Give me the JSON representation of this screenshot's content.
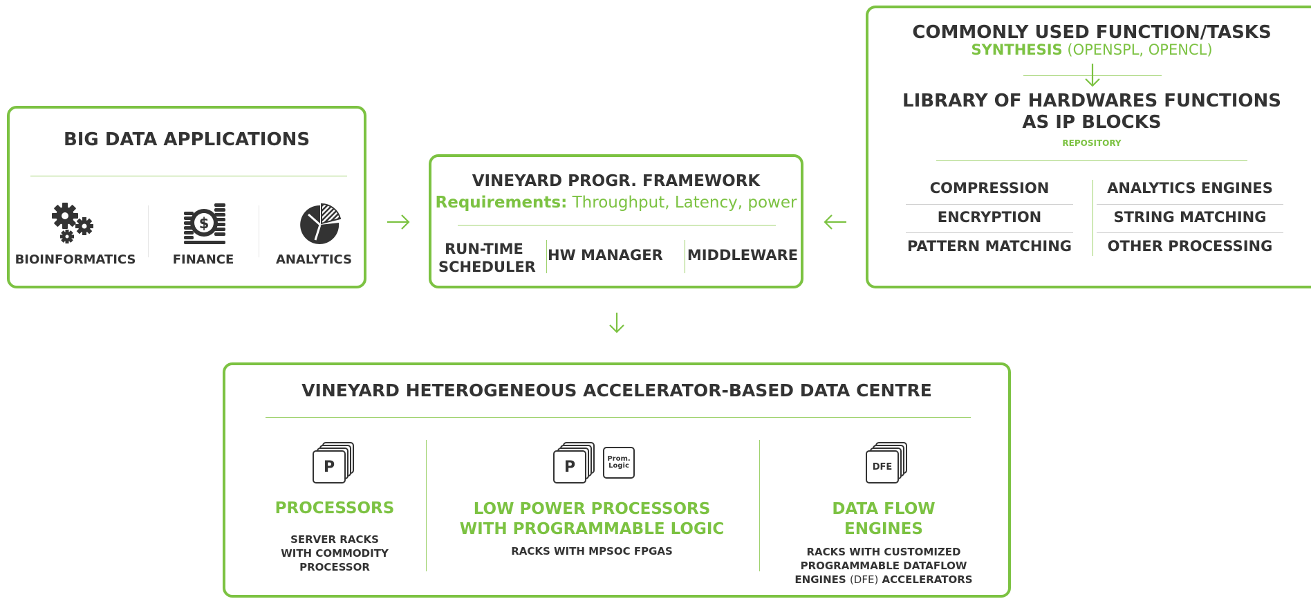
{
  "big_data": {
    "title": "BIG DATA APPLICATIONS",
    "items": [
      {
        "label": "BIOINFORMATICS",
        "icon": "gears-icon"
      },
      {
        "label": "FINANCE",
        "icon": "coins-icon"
      },
      {
        "label": "ANALYTICS",
        "icon": "pie-chart-icon"
      }
    ]
  },
  "framework": {
    "title": "VINEYARD PROGR. FRAMEWORK",
    "req_label": "Requirements:",
    "req_value": "Throughput, Latency, power",
    "items": [
      "RUN-TIME\nSCHEDULER",
      "HW MANAGER",
      "MIDDLEWARE"
    ]
  },
  "library": {
    "title": "COMMONLY USED FUNCTION/TASKS",
    "synthesis": "SYNTHESIS",
    "synthesis_detail": "(OPENSPL, OPENCL)",
    "library_title_1": "LIBRARY OF HARDWARES FUNCTIONS",
    "library_title_2": "AS IP BLOCKS",
    "repository": "REPOSITORY",
    "left": [
      "COMPRESSION",
      "ENCRYPTION",
      "PATTERN MATCHING"
    ],
    "right": [
      "ANALYTICS ENGINES",
      "STRING MATCHING",
      "OTHER PROCESSING"
    ]
  },
  "datacentre": {
    "title": "VINEYARD HETEROGENEOUS ACCELERATOR-BASED DATA CENTRE",
    "columns": [
      {
        "heading": "PROCESSORS",
        "desc": "SERVER RACKS\nWITH COMMODITY\nPROCESSOR",
        "card": "P"
      },
      {
        "heading": "LOW POWER PROCESSORS\nWITH PROGRAMMABLE LOGIC",
        "desc": "RACKS WITH MPSOC FPGAS",
        "card": "P",
        "extra_card": "Prom.\nLogic"
      },
      {
        "heading": "DATA FLOW\nENGINES",
        "desc_a": "RACKS WITH CUSTOMIZED\nPROGRAMMABLE DATAFLOW\nENGINES ",
        "desc_b": "(DFE)",
        "desc_c": " ACCELERATORS",
        "card": "DFE"
      }
    ]
  },
  "colors": {
    "accent": "#7cc242",
    "text": "#333333"
  }
}
